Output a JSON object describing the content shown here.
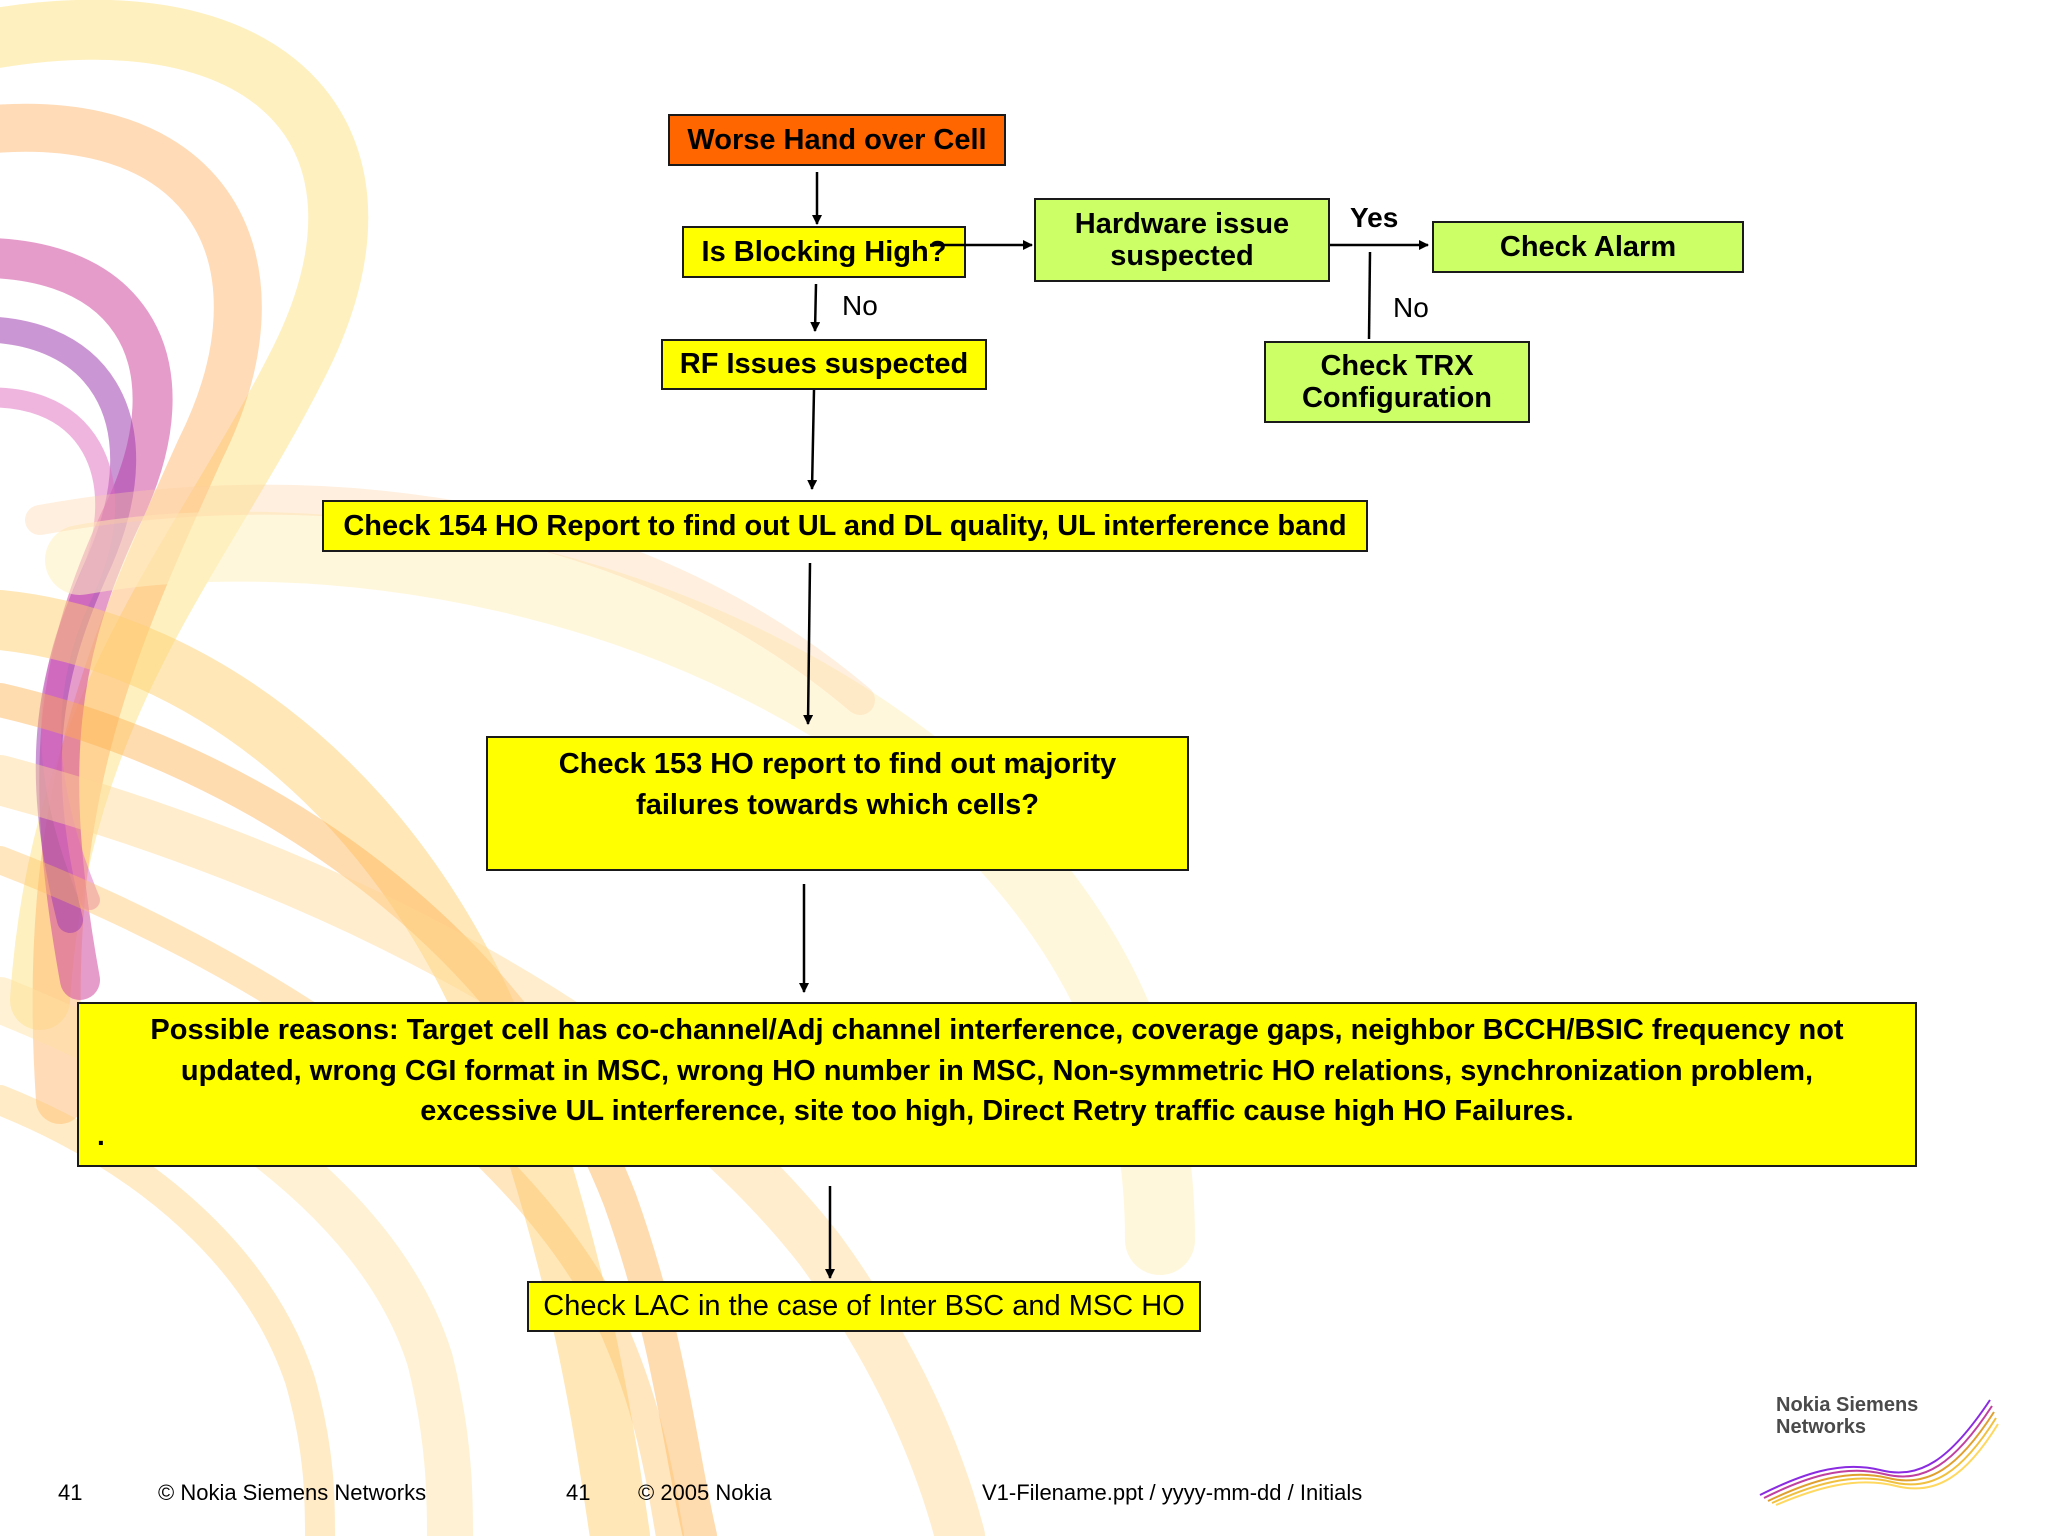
{
  "nodes": {
    "start": "Worse Hand over Cell",
    "blocking": "Is Blocking High?",
    "hardware": "Hardware issue suspected",
    "check_alarm": "Check Alarm",
    "check_trx": "Check TRX Configuration",
    "rf_issues": "RF Issues suspected",
    "ho154": "Check 154 HO Report to find out  UL and DL quality, UL interference band",
    "ho153": "Check 153 HO report to find out majority failures towards which cells?",
    "reasons": "Possible reasons: Target cell has co-channel/Adj channel interference, coverage gaps, neighbor BCCH/BSIC frequency not updated, wrong CGI format in MSC, wrong HO number in MSC, Non-symmetric HO relations, synchronization problem, excessive UL interference, site too high, Direct Retry traffic cause high HO Failures.",
    "reasons_dot": ".",
    "lac": "Check LAC in the case of Inter BSC and MSC HO"
  },
  "edge_labels": {
    "blocking_no": "No",
    "hardware_yes": "Yes",
    "hardware_no": "No"
  },
  "footer": {
    "slide_number": "41",
    "copyright_nsn": "© Nokia Siemens Networks",
    "slide_number_2": "41",
    "copyright_nokia": "© 2005  Nokia",
    "file_info": "V1-Filename.ppt / yyyy-mm-dd / Initials"
  },
  "logo": {
    "text": "Nokia Siemens Networks"
  },
  "colors": {
    "start_box": "#ff6600",
    "decision_box": "#ffff00",
    "hardware_box": "#ccff66"
  }
}
